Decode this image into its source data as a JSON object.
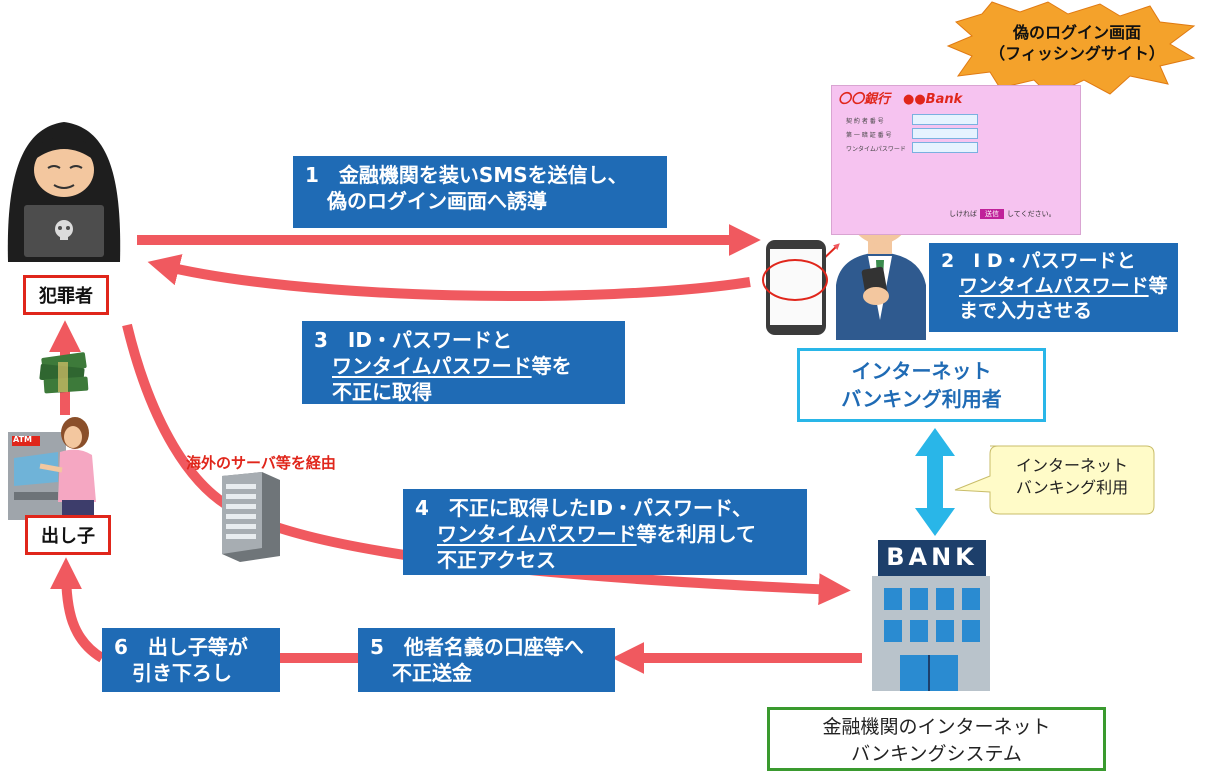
{
  "burst": {
    "line1": "偽のログイン画面",
    "line2": "（フィッシングサイト）"
  },
  "login_screen": {
    "bank_name": "〇〇銀行　●●Bank",
    "fields": [
      "契 約 者 番 号",
      "第 一 暗 証 番 号",
      "ワンタイムパスワード"
    ],
    "bottom_text_before": "しければ",
    "button_label": "送信",
    "bottom_text_after": "してください。"
  },
  "roles": {
    "criminal": "犯罪者",
    "mule": "出し子",
    "user": {
      "line1": "インターネット",
      "line2": "バンキング利用者"
    },
    "bank_system": {
      "line1": "金融機関のインターネット",
      "line2": "バンキングシステム"
    }
  },
  "steps": {
    "s1": {
      "line1": "1　金融機関を装いSMSを送信し、",
      "line2": "偽のログイン画面へ誘導"
    },
    "s2": {
      "line1": "2　I D・パスワードと",
      "line2_u": "ワンタイムパスワード",
      "line2_rest": "等",
      "line3": "まで入力させる"
    },
    "s3": {
      "line1": "3　ID・パスワードと",
      "line2_u": "ワンタイムパスワード",
      "line2_rest": "等を",
      "line3": "不正に取得"
    },
    "s4": {
      "line1": "4　不正に取得したID・パスワード、",
      "line2_u": "ワンタイムパスワード",
      "line2_rest": "等を利用して",
      "line3": "不正アクセス"
    },
    "s5": {
      "line1": "5　他者名義の口座等へ",
      "line2": "不正送金"
    },
    "s6": {
      "line1": "6　出し子等が",
      "line2": "引き下ろし"
    }
  },
  "callout": {
    "line1": "インターネット",
    "line2": "バンキング利用"
  },
  "overseas_label": "海外のサーバ等を経由",
  "bank_sign": "BANK",
  "atm_label": "ATM",
  "colors": {
    "arrow_red": "#f0595f",
    "step_blue": "#1f6bb5",
    "role_red": "#e0261b",
    "user_cyan": "#29b6e8",
    "bank_green": "#3a9a2f",
    "callout_yellow": "#fffbc8",
    "burst_orange": "#f4a22b",
    "login_pink": "#f6c3f0"
  }
}
